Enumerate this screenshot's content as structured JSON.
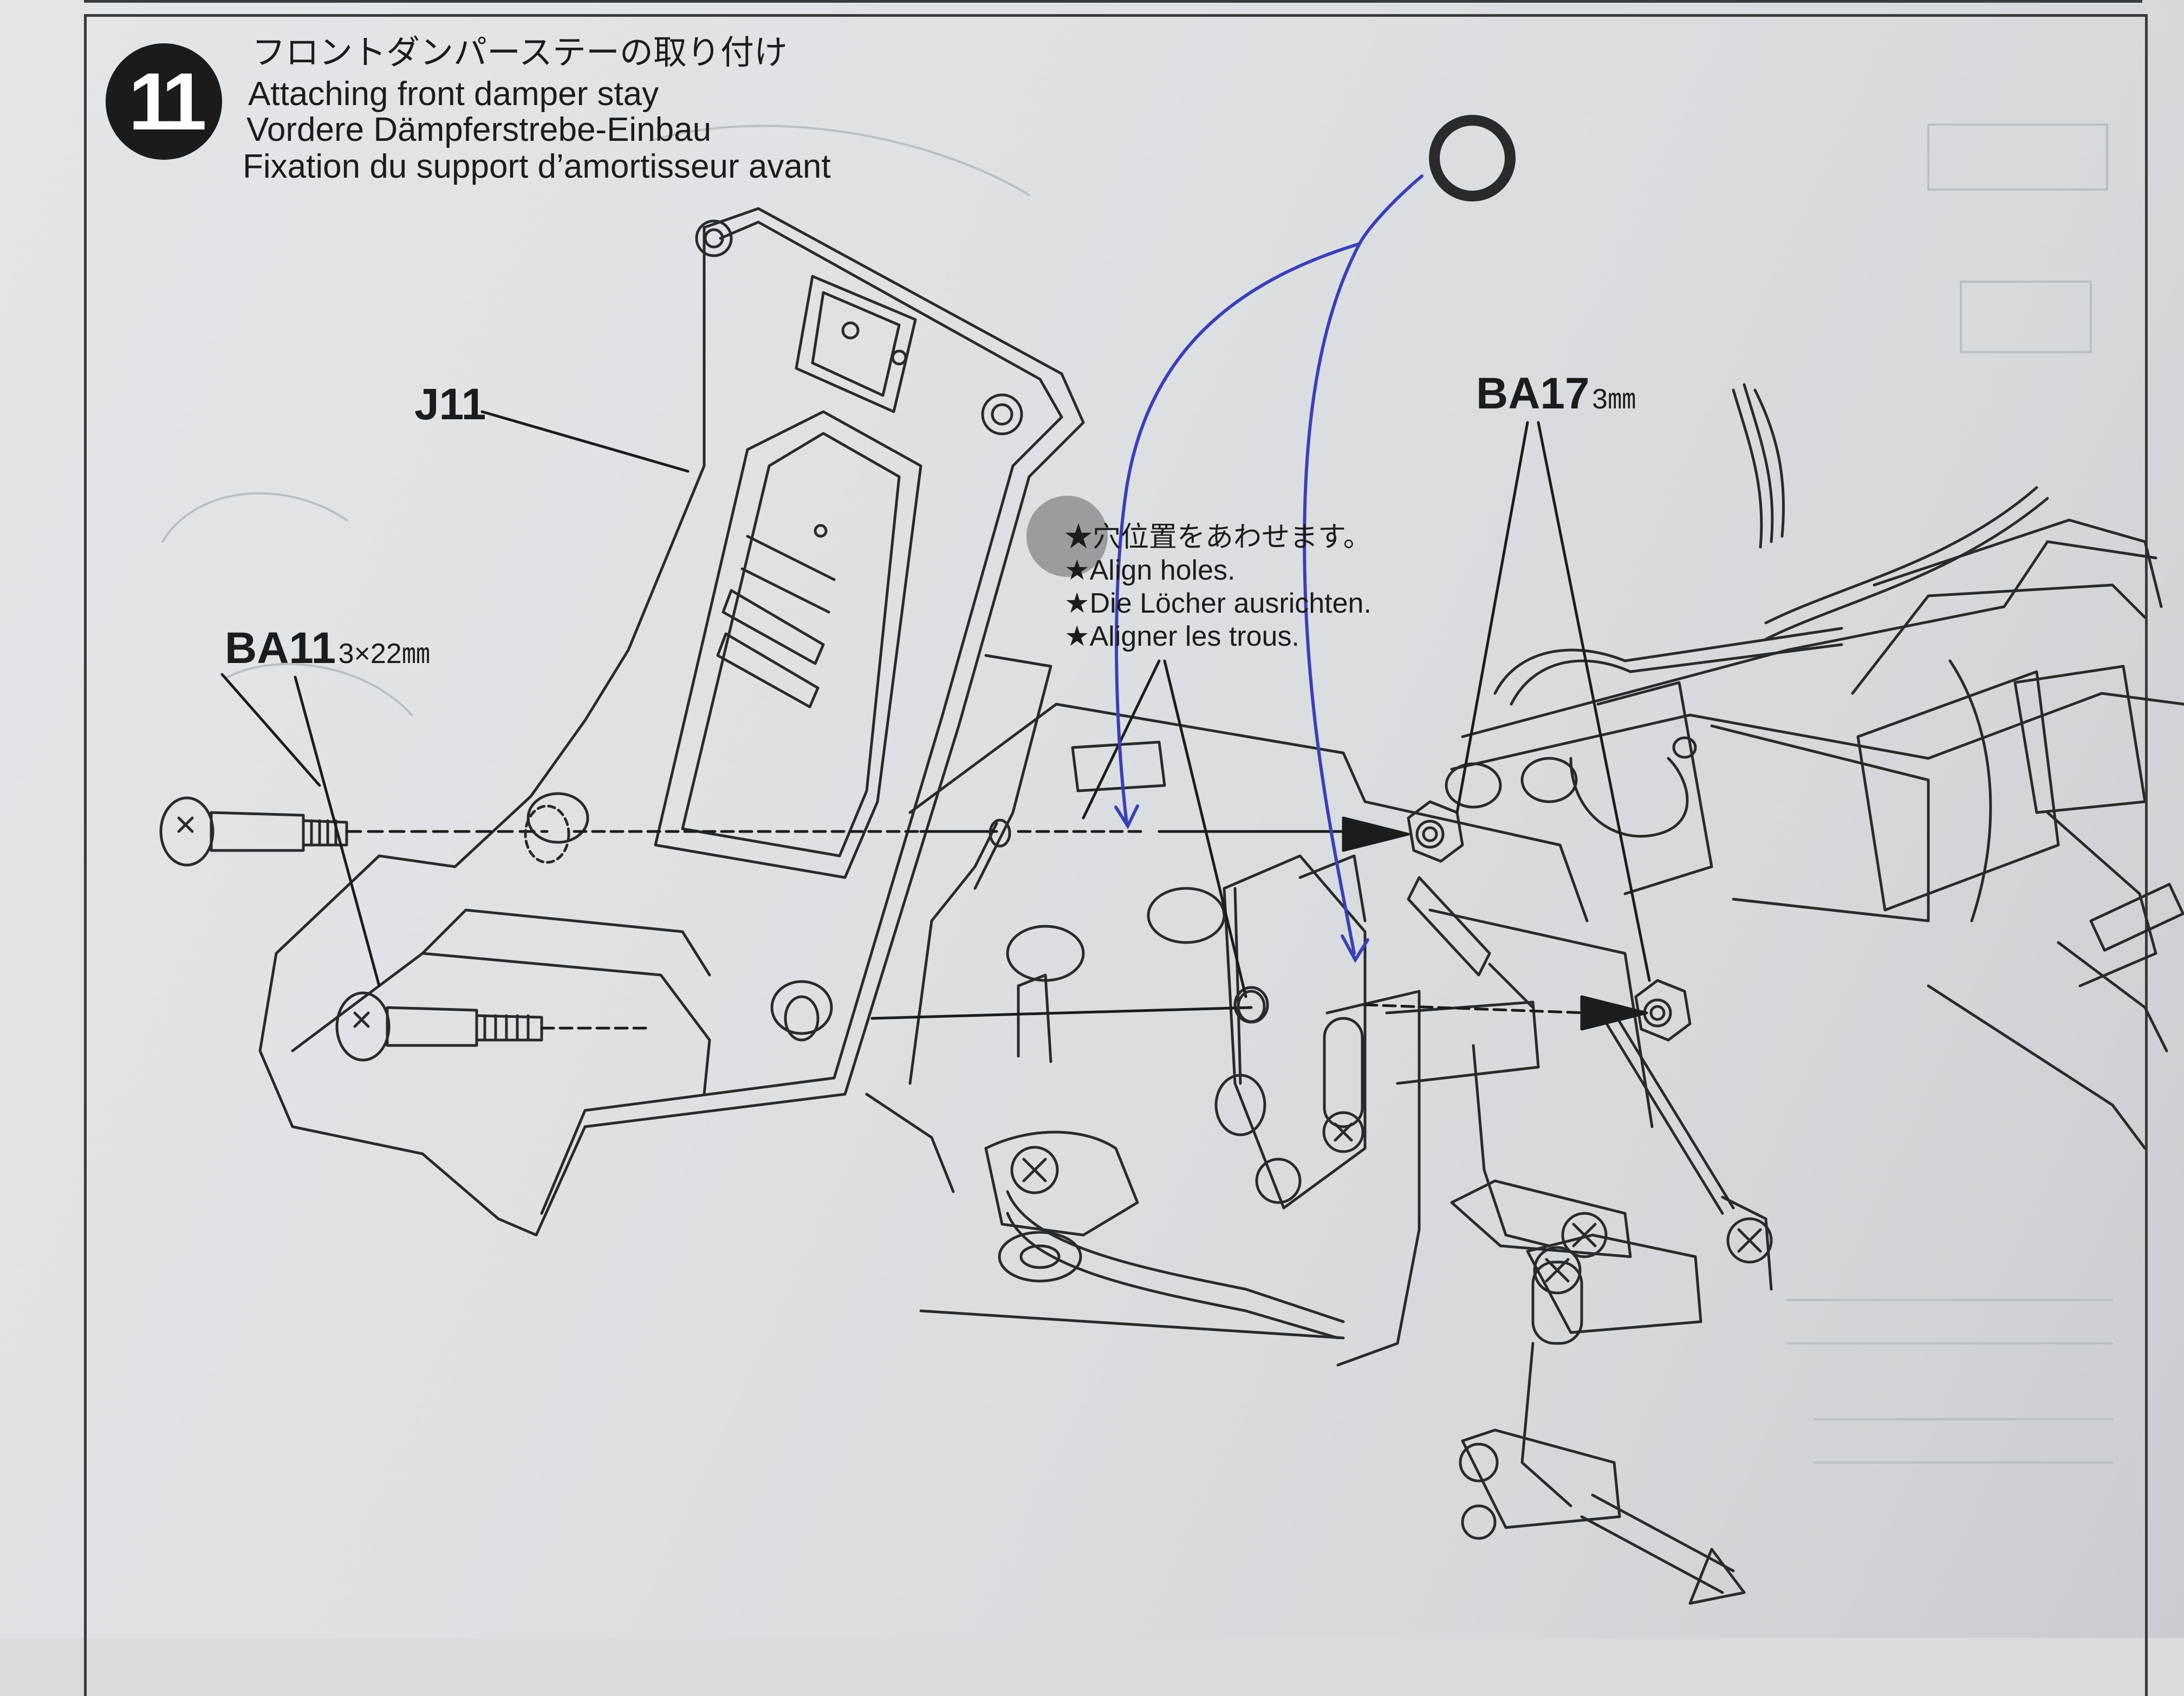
{
  "step": {
    "number": "11",
    "title_jp": "フロントダンパーステーの取り付け",
    "title_en": "Attaching front damper stay",
    "title_de": "Vordere Dämpferstrebe-Einbau",
    "title_fr": "Fixation du support d’amortisseur avant"
  },
  "parts": {
    "j11": "J11",
    "ba11_code": "BA11",
    "ba11_size": "3×22㎜",
    "ba17_code": "BA17",
    "ba17_size": "3㎜"
  },
  "note": {
    "jp": "★穴位置をあわせます。",
    "en": "★Align holes.",
    "de": "★Die Löcher ausrichten.",
    "fr": "★Aligner les trous."
  },
  "colors": {
    "ink": "#1c1c1c",
    "pen": "#3a3fb8",
    "paper": "#dde1e4"
  }
}
